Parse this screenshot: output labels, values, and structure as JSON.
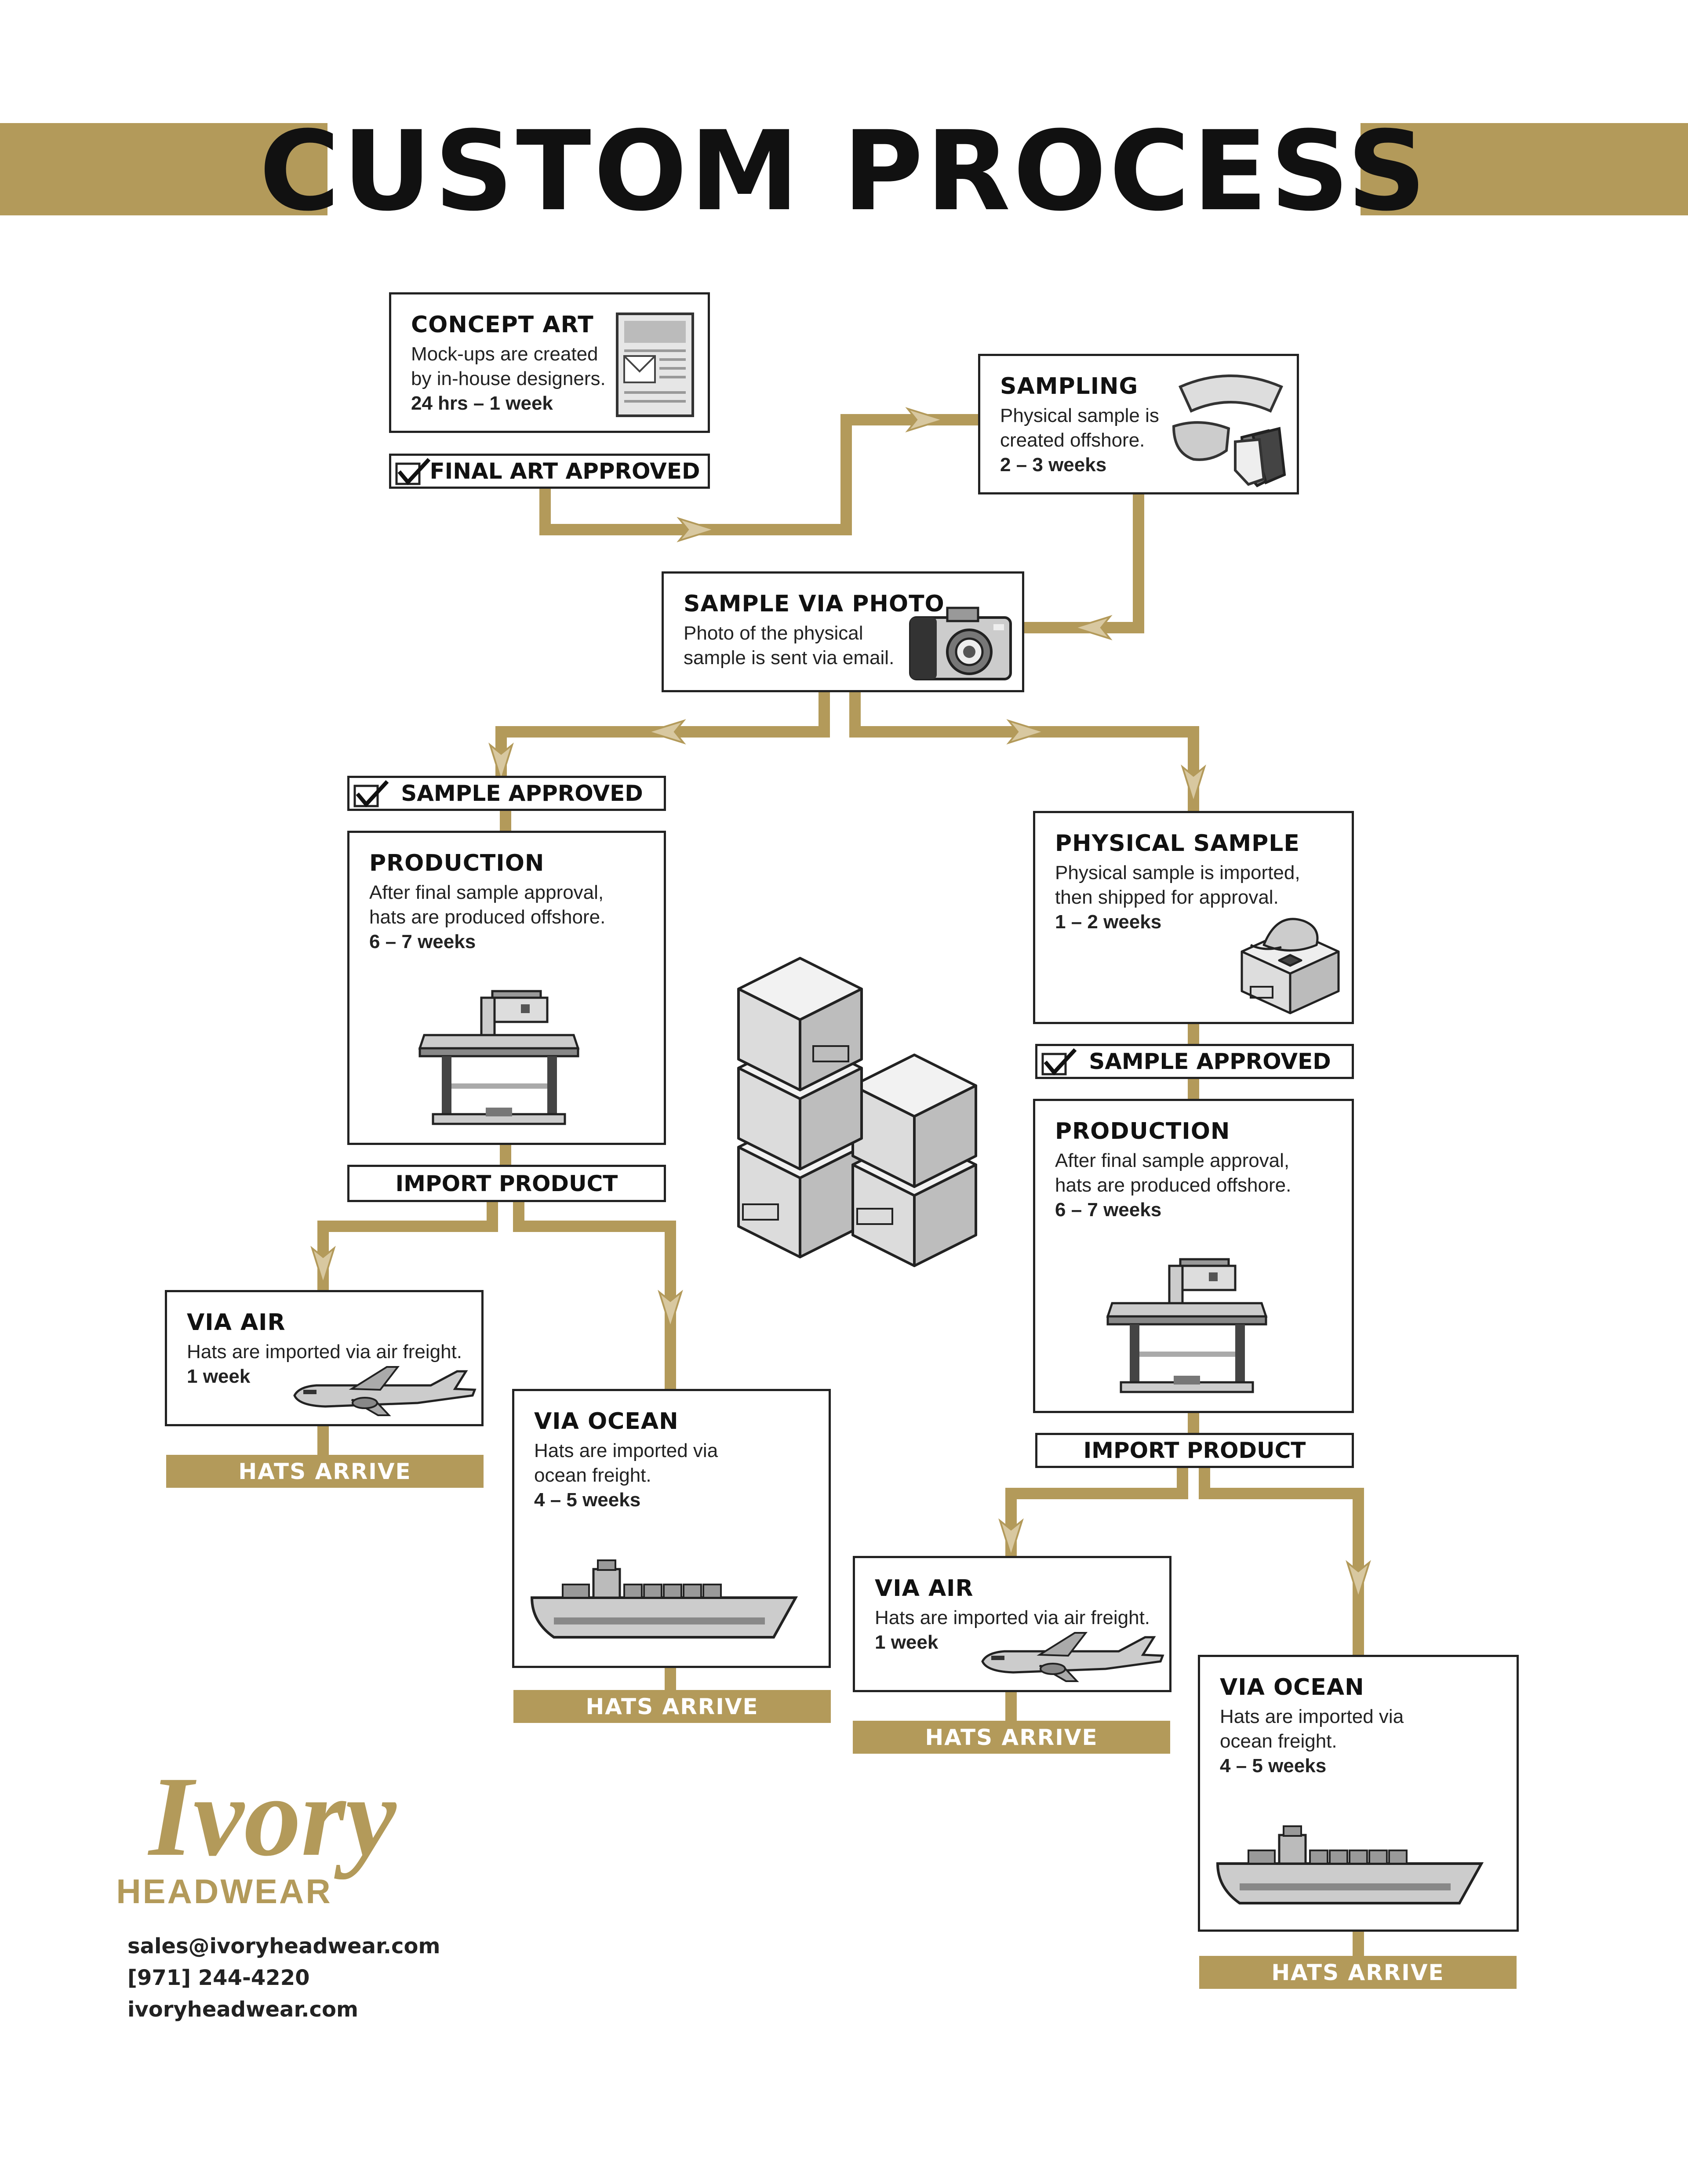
{
  "title": "CUSTOM PROCESS",
  "brand": {
    "gold": "#b39a5a",
    "logo_word": "Ivory",
    "logo_sub": "HEADWEAR",
    "email": "sales@ivoryheadwear.com",
    "phone": "[971] 244-4220",
    "website": "ivoryheadwear.com"
  },
  "steps": {
    "concept": {
      "title": "CONCEPT ART",
      "line1": "Mock-ups are created",
      "line2": "by in-house designers.",
      "duration": "24 hrs – 1 week",
      "icon": "document-icon"
    },
    "sampling": {
      "title": "SAMPLING",
      "line1": "Physical sample is",
      "line2": "created offshore.",
      "duration": "2 – 3 weeks",
      "icon": "hat-parts-icon"
    },
    "photo": {
      "title": "SAMPLE VIA PHOTO",
      "line1": "Photo of the physical",
      "line2": "sample is sent via email.",
      "icon": "camera-icon"
    },
    "physical": {
      "title": "PHYSICAL SAMPLE",
      "line1": "Physical sample is imported,",
      "line2": "then shipped for approval.",
      "duration": "1 – 2 weeks",
      "icon": "box-with-cap-icon"
    },
    "production_left": {
      "title": "PRODUCTION",
      "line1": "After final sample approval,",
      "line2": "hats are produced offshore.",
      "duration": "6 – 7 weeks",
      "icon": "sewing-machine-icon"
    },
    "production_right": {
      "title": "PRODUCTION",
      "line1": "After final sample approval,",
      "line2": "hats are produced offshore.",
      "duration": "6 – 7 weeks",
      "icon": "sewing-machine-icon"
    },
    "air_left": {
      "title": "VIA AIR",
      "line1": "Hats are imported via air freight.",
      "duration": "1 week",
      "icon": "airplane-icon"
    },
    "ocean_left": {
      "title": "VIA OCEAN",
      "line1": "Hats are imported via",
      "line2": "ocean freight.",
      "duration": "4 – 5 weeks",
      "icon": "cargo-ship-icon"
    },
    "air_right": {
      "title": "VIA AIR",
      "line1": "Hats are imported via air freight.",
      "duration": "1 week",
      "icon": "airplane-icon"
    },
    "ocean_right": {
      "title": "VIA OCEAN",
      "line1": "Hats are imported via",
      "line2": "ocean freight.",
      "duration": "4 – 5 weeks",
      "icon": "cargo-ship-icon"
    }
  },
  "labels": {
    "final_art": "FINAL ART APPROVED",
    "sample_approved_left": "SAMPLE APPROVED",
    "sample_approved_right": "SAMPLE APPROVED",
    "import_left": "IMPORT PRODUCT",
    "import_right": "IMPORT PRODUCT"
  },
  "arrive": {
    "a1": "HATS ARRIVE",
    "a2": "HATS ARRIVE",
    "a3": "HATS ARRIVE",
    "a4": "HATS ARRIVE"
  }
}
